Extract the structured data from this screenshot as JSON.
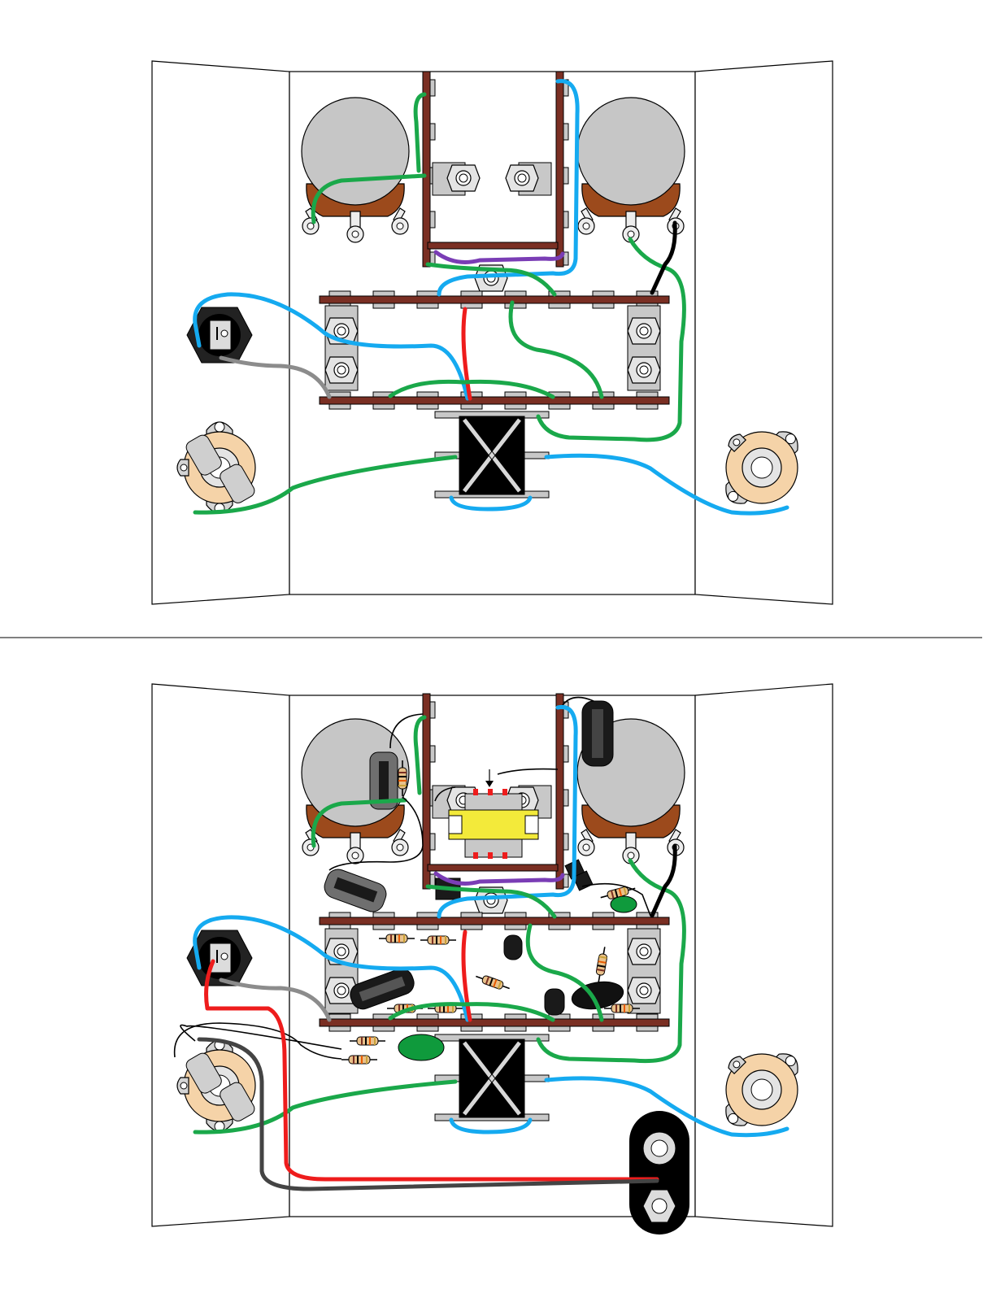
{
  "diagram": {
    "panels": [
      {
        "name": "wiring-stage",
        "wire_colors": [
          "green",
          "blue",
          "purple",
          "black",
          "red",
          "gray"
        ]
      },
      {
        "name": "components-stage",
        "wire_colors": [
          "green",
          "blue",
          "purple",
          "black",
          "red",
          "gray"
        ]
      }
    ],
    "colors": {
      "wire_green": "#1aa84a",
      "wire_blue": "#15aaf0",
      "wire_purple": "#7a3db5",
      "wire_black": "#000000",
      "wire_red": "#ee1c1c",
      "wire_gray": "#8c8c8c",
      "tagstrip": "#7a2f23",
      "pot_body": "#c6c6c6",
      "pot_base": "#9c4a1c",
      "jack_body": "#f5d3a8",
      "ic_body": "#f3ea3a"
    },
    "icons": [
      "potentiometer-icon",
      "dc-jack-icon",
      "audio-jack-icon",
      "transformer-icon",
      "battery-clip-icon",
      "tag-strip-icon"
    ]
  }
}
